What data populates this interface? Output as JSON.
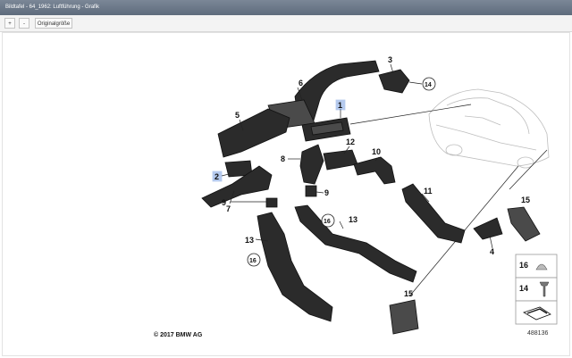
{
  "window": {
    "title": "Bildtafel - 64_1962: Luftführung - Grafik"
  },
  "toolbar": {
    "zoom_in": "+",
    "zoom_out": "-",
    "original_size": "Originalgröße"
  },
  "diagram": {
    "callouts": {
      "c1": "1",
      "c2": "2",
      "c3": "3",
      "c4": "4",
      "c5": "5",
      "c6": "6",
      "c7": "7",
      "c8": "8",
      "c9a": "9",
      "c9b": "9",
      "c10": "10",
      "c11": "11",
      "c12": "12",
      "c13a": "13",
      "c13b": "13",
      "c14": "14",
      "c15a": "15",
      "c15b": "15",
      "c16a": "16",
      "c16b": "16"
    },
    "legend": {
      "l16": "16",
      "l14": "14"
    },
    "copyright": "© 2017 BMW AG",
    "image_number": "488136"
  },
  "colors": {
    "titlebar": "#66727f",
    "highlight": "#2f6bd0"
  }
}
